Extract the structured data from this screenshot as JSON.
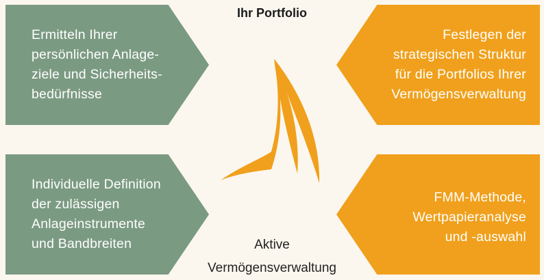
{
  "diagram": {
    "title": "Ihr Portfolio",
    "caption": "Aktive\nVermögensverwaltung",
    "colors": {
      "green": "#7b9a82",
      "orange": "#f0a01c",
      "background": "#fbf7ef"
    },
    "logo_icon": "sail-icon",
    "steps": {
      "top_left": "Ermitteln Ihrer\npersönlichen Anlage-\nziele und Sicherheits-\nbedürfnisse",
      "bottom_left": "Individuelle Definition\nder zulässigen\nAnlageinstrumente\nund Bandbreiten",
      "top_right": "Festlegen der\nstrategischen Struktur\nfür die Portfolios Ihrer\nVermögensverwaltung",
      "bottom_right": "FMM-Methode,\nWertpapieranalyse\nund -auswahl"
    }
  }
}
